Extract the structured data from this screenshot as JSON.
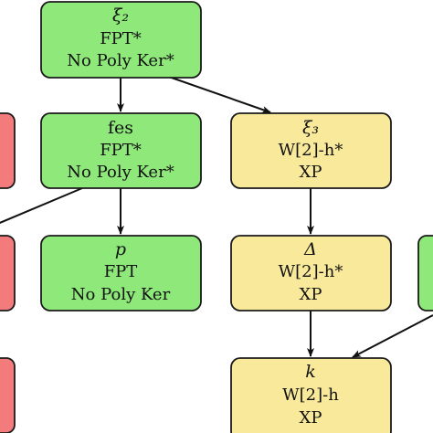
{
  "colors": {
    "green": "#8ee87a",
    "yellow": "#f9e99a",
    "red": "#f47b7b",
    "stroke": "#1a1a1a"
  },
  "nodes": {
    "xi2": {
      "title": "ξ₂",
      "line1": "FPT*",
      "line2": "No Poly Ker*",
      "color": "green"
    },
    "fes": {
      "title": "fes",
      "line1": "FPT*",
      "line2": "No Poly Ker*",
      "color": "green"
    },
    "xi3": {
      "title": "ξ₃",
      "line1": "W[2]-h*",
      "line2": "XP",
      "color": "yellow"
    },
    "p": {
      "title": "p",
      "line1": "FPT",
      "line2": "No Poly Ker",
      "color": "green"
    },
    "delta": {
      "title": "Δ",
      "line1": "W[2]-h*",
      "line2": "XP",
      "color": "yellow"
    },
    "k": {
      "title": "k",
      "line1": "W[2]-h",
      "line2": "XP",
      "color": "yellow"
    }
  },
  "partial_nodes": [
    {
      "id": "left-1",
      "color": "red"
    },
    {
      "id": "left-2",
      "color": "red"
    },
    {
      "id": "left-3",
      "color": "red"
    },
    {
      "id": "right-1",
      "color": "green"
    }
  ],
  "edges": [
    {
      "from": "xi2",
      "to": "fes"
    },
    {
      "from": "xi2",
      "to": "xi3"
    },
    {
      "from": "fes",
      "to": "p"
    },
    {
      "from": "fes",
      "to": "left-offscreen"
    },
    {
      "from": "xi3",
      "to": "delta"
    },
    {
      "from": "delta",
      "to": "k"
    },
    {
      "from": "right-offscreen",
      "to": "k"
    }
  ]
}
